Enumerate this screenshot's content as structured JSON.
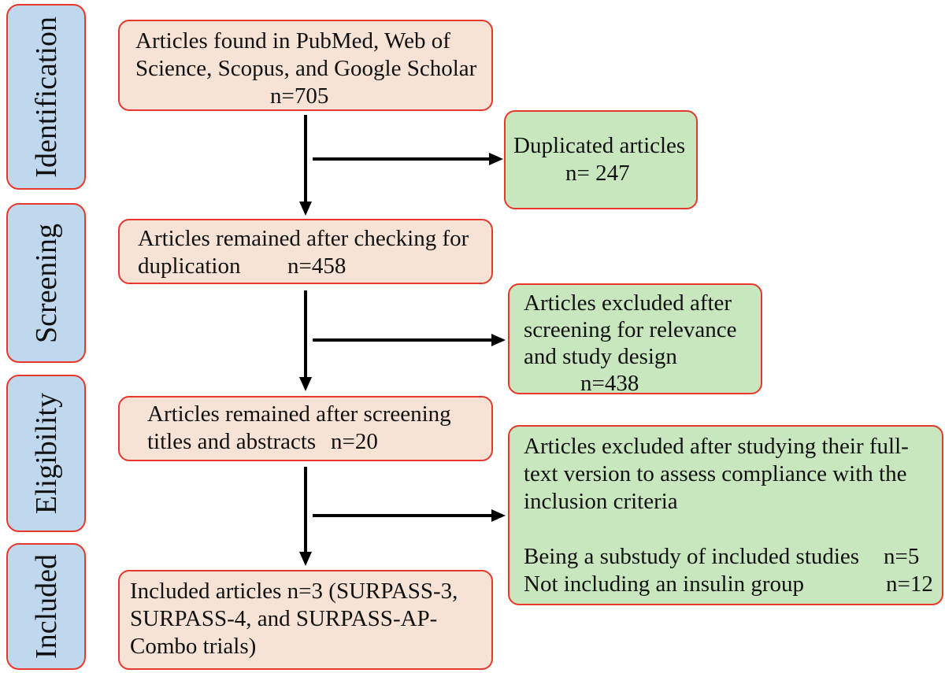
{
  "colors": {
    "stage_fill": "#bfd8ee",
    "process_fill": "#f7e3d5",
    "exclusion_fill": "#c9e7be",
    "border": "#e8382b",
    "arrow": "#000000"
  },
  "stages": [
    {
      "label": "Identification"
    },
    {
      "label": "Screening"
    },
    {
      "label": "Eligibility"
    },
    {
      "label": "Included"
    }
  ],
  "flow": {
    "identified": {
      "lines": [
        "Articles found in PubMed, Web of",
        "Science, Scopus, and Google Scholar"
      ],
      "count": "n=705"
    },
    "after_deduplication": {
      "lines": [
        "Articles remained after checking for",
        "duplication"
      ],
      "count": "n=458"
    },
    "after_screening": {
      "lines": [
        "Articles remained after screening",
        "titles and abstracts"
      ],
      "count": "n=20"
    },
    "included": {
      "lines": [
        "Included articles n=3 (SURPASS-3,",
        "SURPASS-4, and SURPASS-AP-",
        "Combo trials)"
      ]
    }
  },
  "exclusions": {
    "duplicates": {
      "lines": [
        "Duplicated articles"
      ],
      "count": "n= 247"
    },
    "screening": {
      "lines": [
        "Articles excluded after",
        "screening for relevance",
        "and study design"
      ],
      "count": "n=438"
    },
    "full_text": {
      "lines": [
        "Articles excluded after studying their full-",
        "text version to assess compliance with the",
        "inclusion criteria"
      ],
      "reasons": [
        {
          "reason": "Being a substudy of included studies",
          "count": "n=5"
        },
        {
          "reason": "Not including an insulin group",
          "count": "n=12"
        }
      ]
    }
  }
}
